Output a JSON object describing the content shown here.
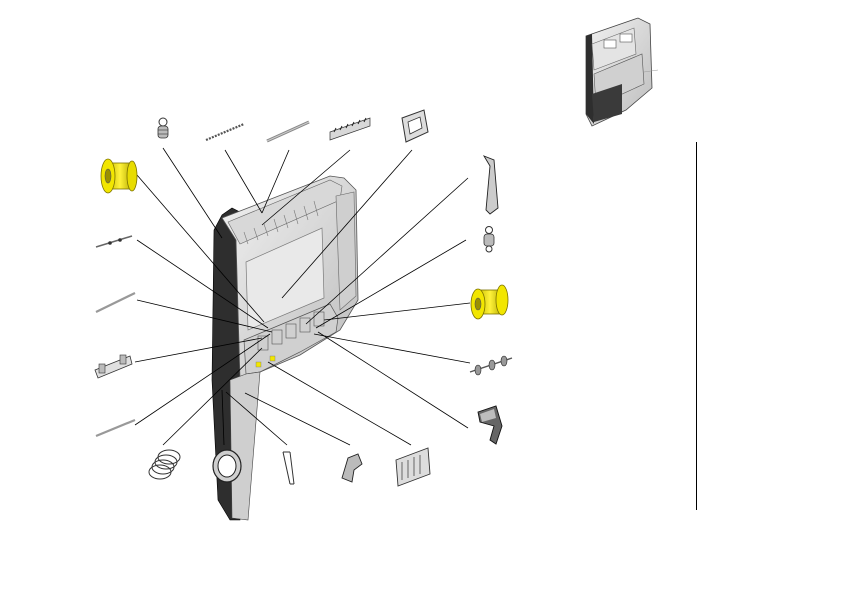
{
  "colors": {
    "highlight": "#f2e600",
    "highlight_dark": "#9a9000",
    "body_light": "#e6e6e6",
    "body_mid": "#bdbdbd",
    "body_dark": "#3a3a3a",
    "leader": "#000000"
  },
  "assembly": {
    "name": "main-housing-assembly"
  },
  "parts": [
    {
      "id": "spring-top",
      "icon": "extension-spring-icon"
    },
    {
      "id": "pin-short",
      "icon": "pin-icon"
    },
    {
      "id": "rod-long",
      "icon": "rod-icon"
    },
    {
      "id": "comb-bracket",
      "icon": "comb-bracket-icon"
    },
    {
      "id": "frame-clip",
      "icon": "frame-clip-icon"
    },
    {
      "id": "yellow-spool-left",
      "icon": "spool-icon",
      "highlighted": true
    },
    {
      "id": "shaft-thin-left",
      "icon": "shaft-icon"
    },
    {
      "id": "rod-thin-left",
      "icon": "rod-icon"
    },
    {
      "id": "bracket-left",
      "icon": "bracket-icon"
    },
    {
      "id": "rod-lower-left",
      "icon": "rod-icon"
    },
    {
      "id": "coil-spring",
      "icon": "coil-spring-icon"
    },
    {
      "id": "seal-ring",
      "icon": "ring-icon"
    },
    {
      "id": "clip-pin",
      "icon": "clip-pin-icon"
    },
    {
      "id": "latch-small",
      "icon": "latch-icon"
    },
    {
      "id": "terminal-block",
      "icon": "terminal-block-icon"
    },
    {
      "id": "channel-right",
      "icon": "channel-icon"
    },
    {
      "id": "spring-right",
      "icon": "extension-spring-icon"
    },
    {
      "id": "yellow-spool-right",
      "icon": "spool-icon",
      "highlighted": true
    },
    {
      "id": "roller-shaft",
      "icon": "roller-shaft-icon"
    },
    {
      "id": "lever-right",
      "icon": "lever-icon"
    }
  ],
  "thumbnail": {
    "name": "assembled-housing-thumbnail"
  }
}
